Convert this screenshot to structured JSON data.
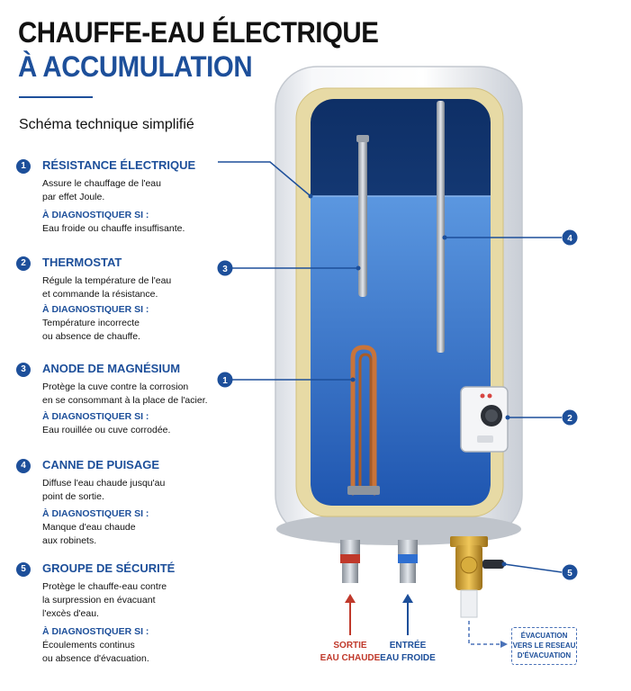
{
  "header": {
    "title_line1": "CHAUFFE-EAU ÉLECTRIQUE",
    "title_line2": "À ACCUMULATION",
    "subtitle": "Schéma technique simplifié"
  },
  "diagnose_label": "À DIAGNOSTIQUER SI :",
  "items": [
    {
      "number": "1",
      "title": "RÉSISTANCE ÉLECTRIQUE",
      "desc": [
        "Assure le chauffage de l'eau",
        "par effet Joule."
      ],
      "diag": [
        "Eau froide ou chauffe insuffisante."
      ]
    },
    {
      "number": "2",
      "title": "THERMOSTAT",
      "desc": [
        "Régule la température de l'eau",
        "et commande la résistance."
      ],
      "diag": [
        "Température incorrecte",
        "ou absence de chauffe."
      ]
    },
    {
      "number": "3",
      "title": "ANODE DE MAGNÉSIUM",
      "desc": [
        "Protège la cuve contre la corrosion",
        "en se consommant à la place de l'acier."
      ],
      "diag": [
        "Eau rouillée ou cuve corrodée."
      ]
    },
    {
      "number": "4",
      "title": "CANNE DE PUISAGE",
      "desc": [
        "Diffuse l'eau chaude jusqu'au",
        "point de sortie."
      ],
      "diag": [
        "Manque d'eau chaude",
        "aux robinets."
      ]
    },
    {
      "number": "5",
      "title": "GROUPE DE SÉCURITÉ",
      "desc": [
        "Protège le chauffe-eau contre",
        "la surpression en évacuant",
        "l'excès d'eau."
      ],
      "diag": [
        "Écoulements continus",
        "ou absence d'évacuation."
      ]
    }
  ],
  "callouts": {
    "c1": "1",
    "c2": "2",
    "c3": "3",
    "c4": "4",
    "c5": "5"
  },
  "pipes": {
    "hot_line1": "SORTIE",
    "hot_line2": "EAU CHAUDE",
    "cold_line1": "ENTRÉE",
    "cold_line2": "EAU FROIDE",
    "evac_line1": "ÉVACUATION",
    "evac_line2": "VERS LE RESEAU",
    "evac_line3": "D'ÉVACUATION"
  },
  "colors": {
    "accent": "#1d4f9a",
    "hot": "#c0392b",
    "water": "#3f7fd0",
    "tank_inner": "#123a78",
    "insulation": "#e6d9a6",
    "copper": "#c8743a"
  }
}
